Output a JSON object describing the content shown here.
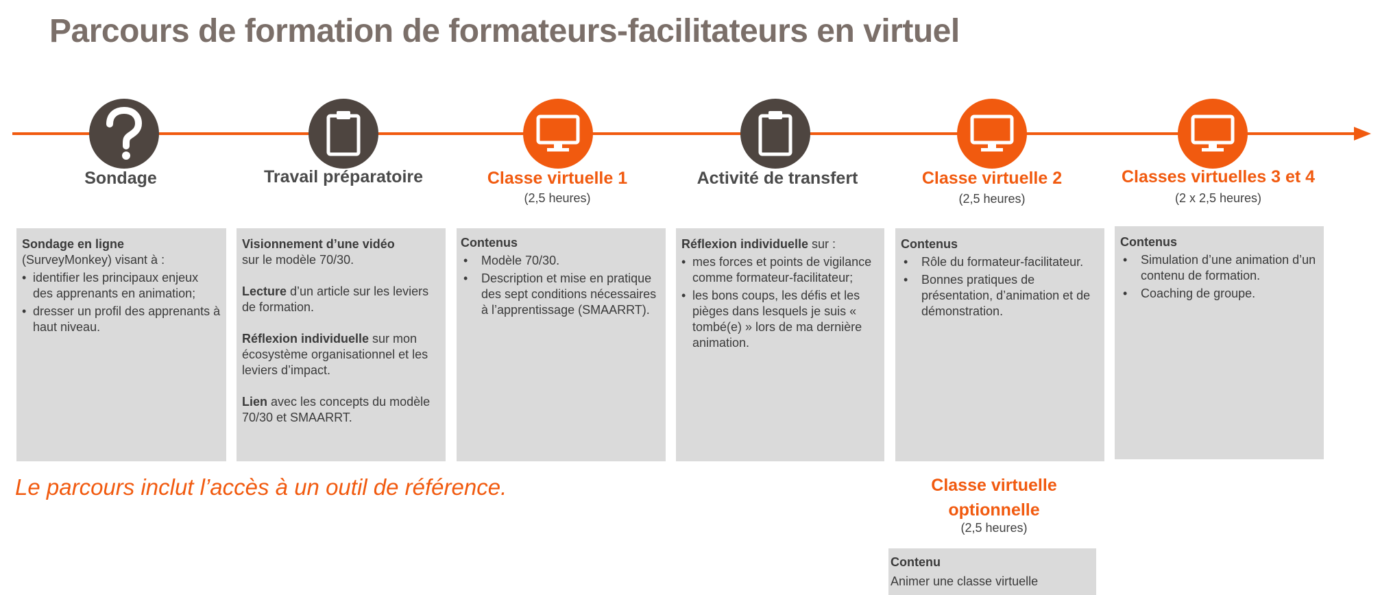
{
  "title": "Parcours de formation de formateurs-facilitateurs en virtuel",
  "colors": {
    "accent": "#f15a0f",
    "dark": "#4e4540",
    "box": "#dadada",
    "title": "#7b6f69"
  },
  "steps": [
    {
      "icon": "question-icon",
      "title": "Sondage",
      "subtitle": ""
    },
    {
      "icon": "clipboard-icon",
      "title": "Travail préparatoire",
      "subtitle": ""
    },
    {
      "icon": "monitor-icon",
      "title": "Classe virtuelle 1",
      "subtitle": "(2,5 heures)"
    },
    {
      "icon": "clipboard-icon",
      "title": "Activité de transfert",
      "subtitle": ""
    },
    {
      "icon": "monitor-icon",
      "title": "Classe virtuelle 2",
      "subtitle": "(2,5 heures)"
    },
    {
      "icon": "monitor-icon",
      "title": "Classes virtuelles 3 et 4",
      "subtitle": "(2 x 2,5 heures)"
    }
  ],
  "boxes": {
    "sondage": {
      "heading": "Sondage en ligne",
      "intro": "(SurveyMonkey) visant à :",
      "items": [
        "identifier les principaux enjeux des apprenants en animation;",
        "dresser un profil des apprenants à haut niveau."
      ]
    },
    "travail": {
      "p1_bold": "Visionnement d’une vidéo",
      "p1_text": "sur le modèle 70/30.",
      "p2_bold": "Lecture",
      "p2_text": " d’un article sur les leviers de formation.",
      "p3_bold": "Réflexion individuelle",
      "p3_text": " sur mon écosystème organisationnel et les leviers d’impact.",
      "p4_bold": "Lien",
      "p4_text": " avec les concepts du modèle 70/30 et SMAARRT."
    },
    "cv1": {
      "heading": "Contenus",
      "items": [
        "Modèle 70/30.",
        "Description et mise en pratique des sept conditions nécessaires à l’apprentissage (SMAARRT)."
      ]
    },
    "transfert": {
      "heading_bold": "Réflexion individuelle",
      "heading_text": " sur :",
      "items": [
        "mes forces et points de vigilance comme formateur-facilitateur;",
        "les bons coups, les défis et les pièges dans lesquels je suis « tombé(e) » lors de ma dernière animation."
      ]
    },
    "cv2": {
      "heading": "Contenus",
      "items": [
        "Rôle du formateur-facilitateur.",
        "Bonnes pratiques de présentation, d’animation et de démonstration."
      ]
    },
    "cv34": {
      "heading": "Contenus",
      "items": [
        "Simulation d’une animation d’un contenu de formation.",
        "Coaching de groupe."
      ]
    }
  },
  "note": "Le parcours inclut l’accès à un outil de référence.",
  "optional": {
    "title_line1": "Classe virtuelle",
    "title_line2": "optionnelle",
    "subtitle": "(2,5 heures)",
    "heading": "Contenu",
    "text": "Animer une classe virtuelle"
  }
}
